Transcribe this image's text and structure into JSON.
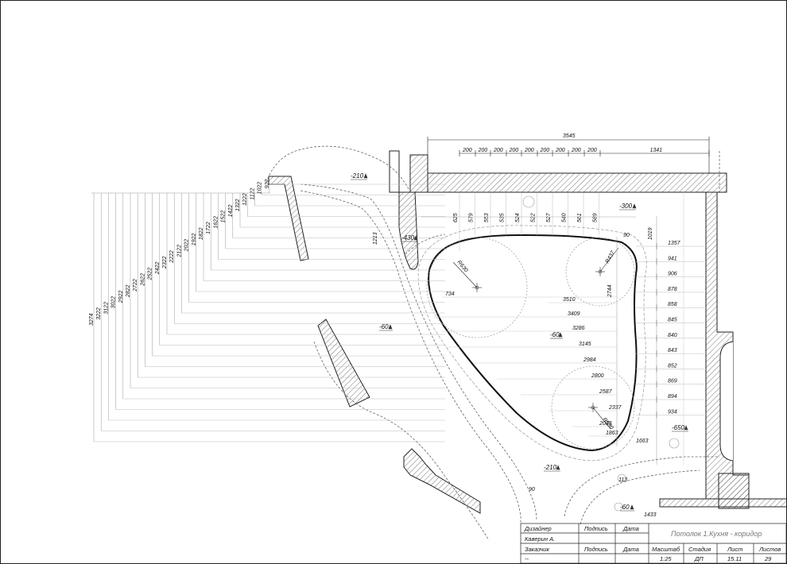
{
  "top_dimensions": {
    "overall": "3545",
    "segments": [
      "200",
      "200",
      "200",
      "200",
      "200",
      "200",
      "200",
      "200",
      "200",
      "1341"
    ]
  },
  "vertical_dims": [
    "625",
    "579",
    "553",
    "535",
    "524",
    "522",
    "527",
    "540",
    "561",
    "589"
  ],
  "rise_dims": [
    "1213",
    "1019",
    "90"
  ],
  "right_dims": [
    "1357",
    "941",
    "906",
    "878",
    "858",
    "845",
    "840",
    "843",
    "852",
    "869",
    "894",
    "934"
  ],
  "left_stair_dims": [
    "3274",
    "3222",
    "3122",
    "3022",
    "2922",
    "2822",
    "2722",
    "2622",
    "2522",
    "2422",
    "2322",
    "2222",
    "2122",
    "2022",
    "1922",
    "1822",
    "1722",
    "1622",
    "1522",
    "1422",
    "1322",
    "1222",
    "1122",
    "1022",
    "922"
  ],
  "inner_dims": [
    "734",
    "3510",
    "3409",
    "3286",
    "3145",
    "2984",
    "2800",
    "2587",
    "2337",
    "2038",
    "1863",
    "1663"
  ],
  "radii": [
    "R630",
    "R437",
    "R530"
  ],
  "levels": {
    "l1": "-210",
    "l2": "-300",
    "l3": "-430",
    "l4": "-60",
    "l5": "-60",
    "l6": "-650",
    "l7": "-210",
    "l8": "-60"
  },
  "bottom_dims": [
    "90",
    "113",
    "1433"
  ],
  "title_block": {
    "designer_label": "Дизайнер",
    "signature_label": "Подпись",
    "date_label": "Дата",
    "designer_name": "Каверин А.",
    "customer_label": "Заказчик",
    "customer_value": "--",
    "signature_label2": "Подпись",
    "date_label2": "Дата",
    "scale_label": "Масштаб",
    "stage_label": "Стадия",
    "sheet_label": "Лист",
    "sheets_label": "Листов",
    "scale_value": "1:25",
    "stage_value": "ДП",
    "sheet_value": "15.11",
    "sheets_value": "29",
    "drawing_title": "Потолок 1.Кухня - коридор"
  }
}
